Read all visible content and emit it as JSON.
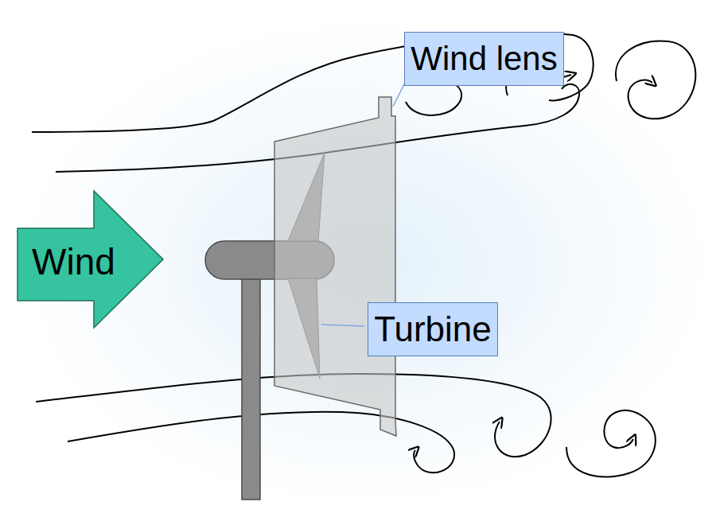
{
  "diagram": {
    "nodes": [
      {
        "text": [
          "Wind lens"
        ]
      },
      {
        "text": [
          "Wind"
        ]
      },
      {
        "text": [
          "Turbine"
        ]
      }
    ]
  }
}
